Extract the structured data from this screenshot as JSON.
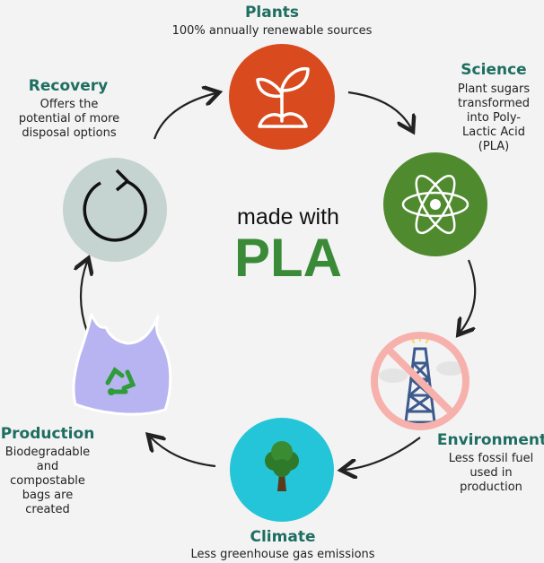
{
  "center": {
    "subtitle": "made with",
    "title": "PLA"
  },
  "colors": {
    "heading": "#1e6e61",
    "plants": "#d94a1e",
    "science": "#4f8a2f",
    "climate": "#24c5d8",
    "recovery": "#c5d4d0",
    "pla": "#3a8a38",
    "bag": "#b8b4f2"
  },
  "stages": [
    {
      "key": "plants",
      "title": "Plants",
      "description": [
        "100% annually renewable sources"
      ],
      "icon": "sprout-icon"
    },
    {
      "key": "science",
      "title": "Science",
      "description": [
        "Plant sugars",
        "transformed",
        "into Poly-",
        "Lactic Acid",
        "(PLA)"
      ],
      "icon": "atom-icon"
    },
    {
      "key": "environment",
      "title": "Environment",
      "description": [
        "Less fossil fuel",
        "used in",
        "production"
      ],
      "icon": "no-oil-rig-icon"
    },
    {
      "key": "climate",
      "title": "Climate",
      "description": [
        "Less greenhouse gas emissions"
      ],
      "icon": "tree-icon"
    },
    {
      "key": "production",
      "title": "Production",
      "description": [
        "Biodegradable",
        "and",
        "compostable",
        "bags are",
        "created"
      ],
      "icon": "recycle-bag-icon"
    },
    {
      "key": "recovery",
      "title": "Recovery",
      "description": [
        "Offers the",
        "potential of more",
        "disposal options"
      ],
      "icon": "refresh-icon"
    }
  ]
}
